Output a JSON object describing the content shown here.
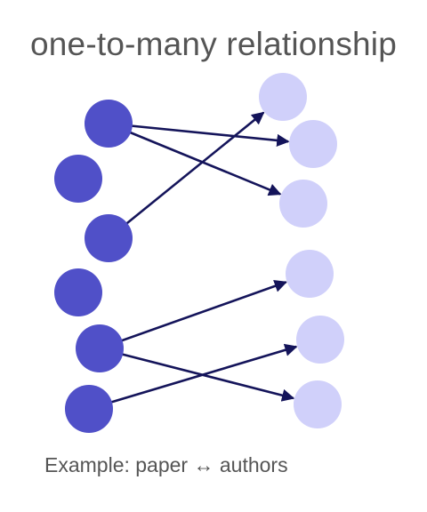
{
  "title": "one-to-many relationship",
  "caption": "Example: paper ↔ authors",
  "colors": {
    "left_node": "#5050c8",
    "right_node": "#d0d0fa",
    "edge": "#14145a",
    "text": "#555555"
  },
  "diagram": {
    "left_nodes": [
      "L1",
      "L2",
      "L3",
      "L4",
      "L5",
      "L6"
    ],
    "right_nodes": [
      "R1",
      "R2",
      "R3",
      "R4",
      "R5",
      "R6"
    ],
    "edges": [
      {
        "from": "L1",
        "to": "R2"
      },
      {
        "from": "L1",
        "to": "R3"
      },
      {
        "from": "L3",
        "to": "R1"
      },
      {
        "from": "L5",
        "to": "R4"
      },
      {
        "from": "L5",
        "to": "R6"
      },
      {
        "from": "L6",
        "to": "R5"
      }
    ]
  }
}
